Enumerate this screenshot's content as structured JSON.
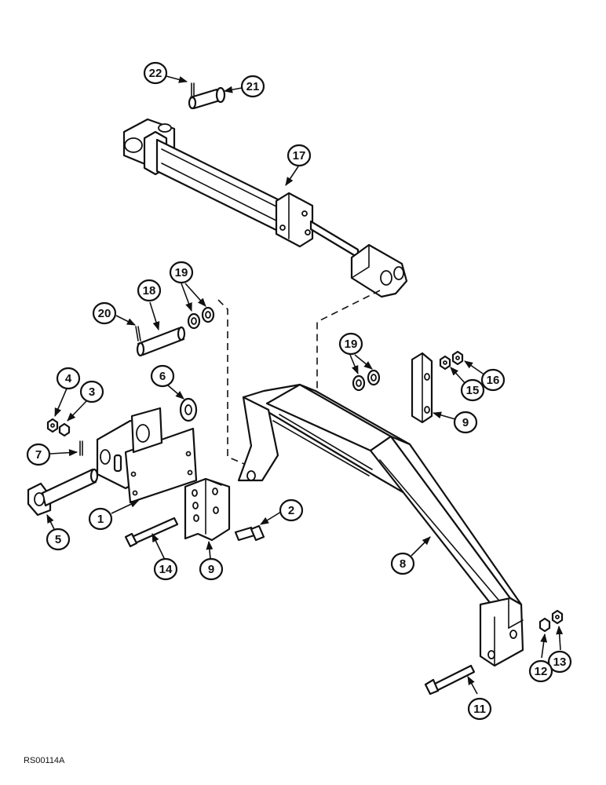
{
  "figure_code": "RS00114A",
  "callouts": [
    {
      "label": "22"
    },
    {
      "label": "21"
    },
    {
      "label": "17"
    },
    {
      "label": "18"
    },
    {
      "label": "19"
    },
    {
      "label": "20"
    },
    {
      "label": "19"
    },
    {
      "label": "4"
    },
    {
      "label": "3"
    },
    {
      "label": "6"
    },
    {
      "label": "16"
    },
    {
      "label": "15"
    },
    {
      "label": "9"
    },
    {
      "label": "7"
    },
    {
      "label": "1"
    },
    {
      "label": "2"
    },
    {
      "label": "5"
    },
    {
      "label": "14"
    },
    {
      "label": "9"
    },
    {
      "label": "8"
    },
    {
      "label": "13"
    },
    {
      "label": "12"
    },
    {
      "label": "11"
    }
  ]
}
